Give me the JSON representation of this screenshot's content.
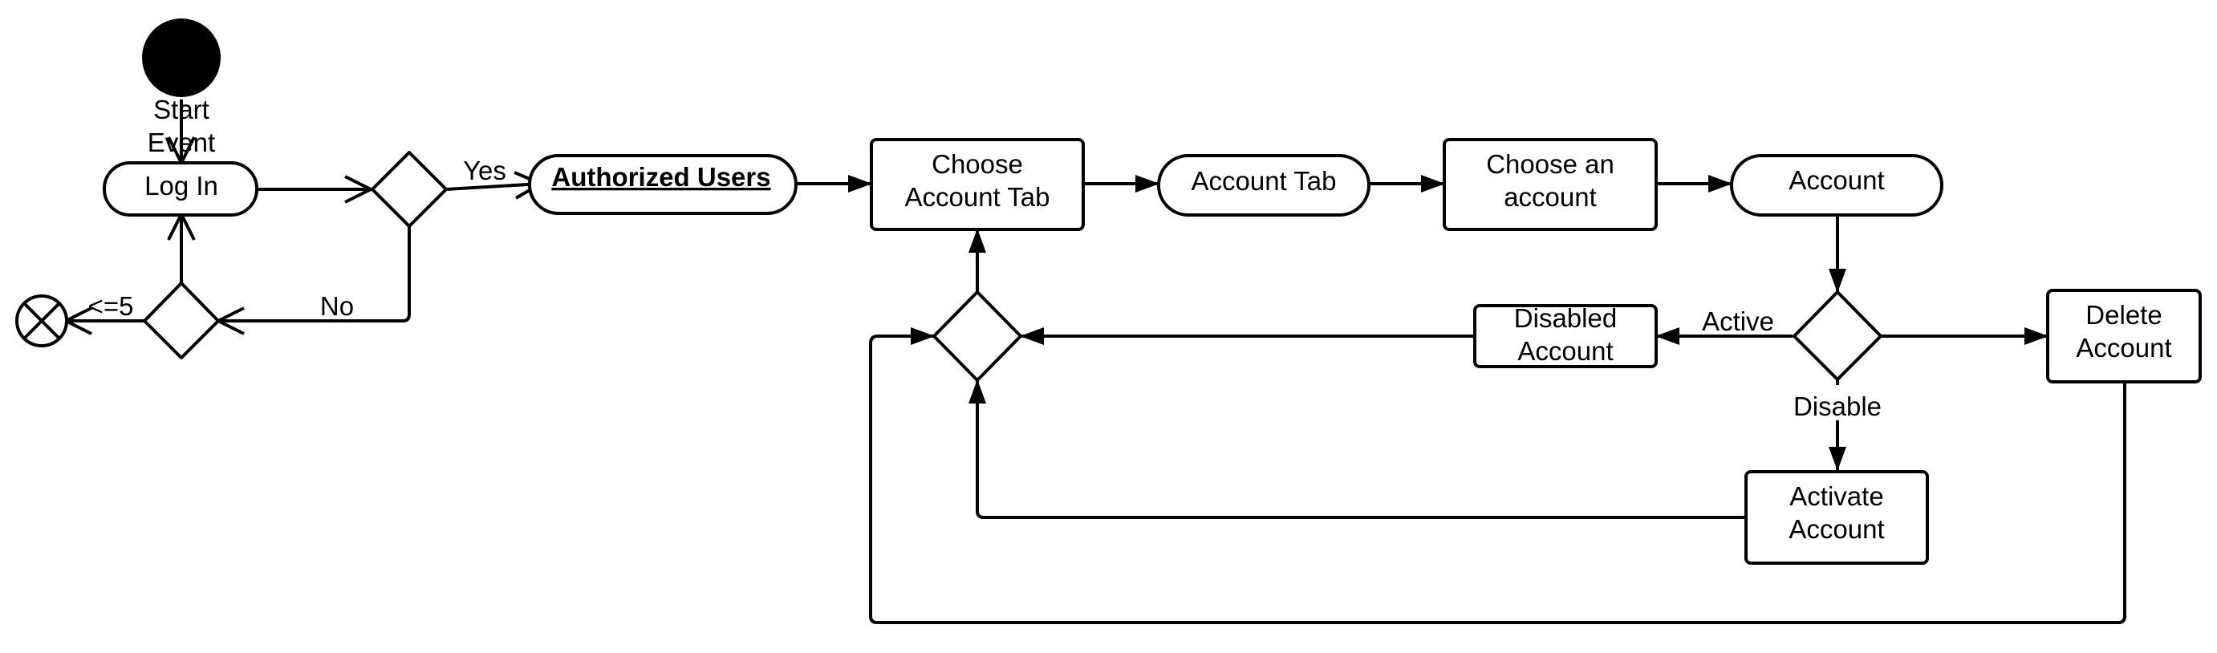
{
  "nodes": {
    "start": {
      "label_line1": "Start",
      "label_line2": "Event"
    },
    "login": {
      "label": "Log In"
    },
    "authorized_users": {
      "label": "Authorized Users"
    },
    "choose_account_tab": {
      "line1": "Choose",
      "line2": "Account Tab"
    },
    "account_tab": {
      "label": "Account Tab"
    },
    "choose_an_account": {
      "line1": "Choose an",
      "line2": "account"
    },
    "account": {
      "label": "Account"
    },
    "disabled_account": {
      "line1": "Disabled",
      "line2": "Account"
    },
    "delete_account": {
      "line1": "Delete",
      "line2": "Account"
    },
    "activate_account": {
      "line1": "Activate",
      "line2": "Account"
    }
  },
  "edges": {
    "yes": "Yes",
    "no": "No",
    "attempts": "<=5",
    "active": "Active",
    "disable": "Disable"
  }
}
